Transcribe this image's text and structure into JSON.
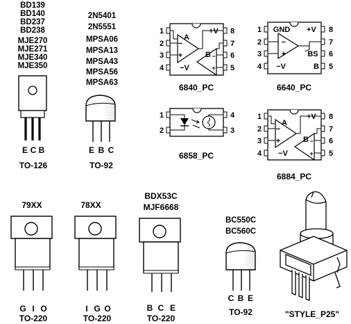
{
  "transistors": {
    "to126": {
      "parts": [
        "BD139",
        "BD140",
        "BD237",
        "BD238",
        "MJE270",
        "MJE271",
        "MJE340",
        "MJE350"
      ],
      "pins": [
        "E",
        "C",
        "B"
      ],
      "package": "TO-126"
    },
    "to92_group": {
      "parts": [
        "2N5401",
        "2N5551",
        "MPSA06",
        "MPSA13",
        "MPSA43",
        "MPSA56",
        "MPSA63"
      ],
      "pins": [
        "E",
        "B",
        "C"
      ],
      "package": "TO-92"
    },
    "to92_bc": {
      "parts": [
        "BC550C",
        "BC560C"
      ],
      "pins": [
        "C",
        "B",
        "E"
      ],
      "package": "TO-92"
    }
  },
  "regulators": [
    {
      "part": "79XX",
      "pins": [
        "G",
        "I",
        "O"
      ],
      "package": "TO-220"
    },
    {
      "part": "78XX",
      "pins": [
        "I",
        "G",
        "O"
      ],
      "package": "TO-220"
    },
    {
      "part": "BDX53C\nMJF6668",
      "line1": "BDX53C",
      "line2": "MJF6668",
      "pins": [
        "B",
        "C",
        "E"
      ],
      "package": "TO-220"
    }
  ],
  "ics": {
    "ic6840": {
      "label": "6840_PC",
      "left_pins": [
        "1",
        "2",
        "3",
        "4"
      ],
      "right_pins": [
        "8",
        "7",
        "6",
        "5"
      ],
      "supply_pos": "+V",
      "supply_neg": "−V",
      "amp_a": "A",
      "amp_b": "B"
    },
    "ic6640": {
      "label": "6640_PC",
      "left_pins": [
        "1",
        "2",
        "3",
        "4"
      ],
      "right_pins": [
        "8",
        "7",
        "6",
        "5"
      ],
      "gnd": "GND",
      "supply_pos": "+V",
      "supply_neg": "−V",
      "bs": "BS",
      "b": "B"
    },
    "ic6858": {
      "label": "6858_PC",
      "left_pins": [
        "1",
        "2"
      ],
      "right_pins": [
        "4",
        "3"
      ]
    },
    "ic6884": {
      "label": "6884_PC",
      "left_pins": [
        "1",
        "2",
        "3",
        "4"
      ],
      "right_pins": [
        "8",
        "7",
        "6",
        "5"
      ],
      "supply_pos": "+V",
      "supply_neg": "−V",
      "amp_a": "A",
      "amp_b": "B"
    }
  },
  "pot": {
    "label": "\"STYLE_P25\""
  },
  "op_signs": {
    "minus": "−",
    "plus": "+"
  }
}
